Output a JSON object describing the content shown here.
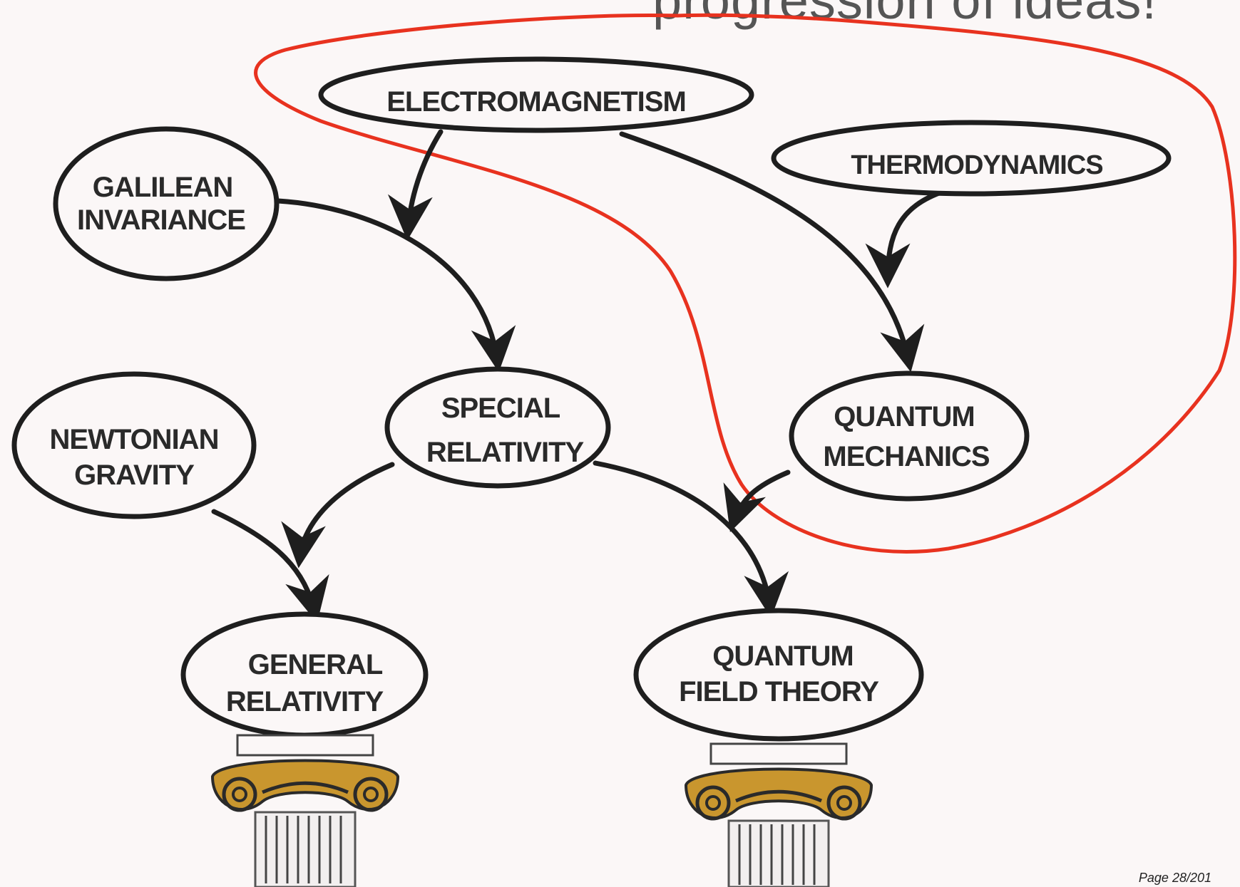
{
  "slide": {
    "title": "progression of ideas!",
    "page_number": "Page 28/201"
  },
  "nodes": {
    "electromagnetism": "ELECTROMAGNETISM",
    "thermodynamics": "THERMODYNAMICS",
    "galilean": [
      "GALILEAN",
      "INVARIANCE"
    ],
    "special": [
      "SPECIAL",
      "RELATIVITY"
    ],
    "quantum_mech": [
      "QUANTUM",
      "MECHANICS"
    ],
    "newtonian": [
      "NEWTONIAN",
      "GRAVITY"
    ],
    "general": [
      "GENERAL",
      "RELATIVITY"
    ],
    "qft": [
      "QUANTUM",
      "FIELD THEORY"
    ]
  },
  "colors": {
    "ink": "#1e1e1e",
    "highlight_loop": "#e8321f",
    "column_gold": "#c9962e",
    "background": "#fbf7f7"
  },
  "icons": [
    "ionic-column-icon",
    "arrowhead-icon"
  ]
}
